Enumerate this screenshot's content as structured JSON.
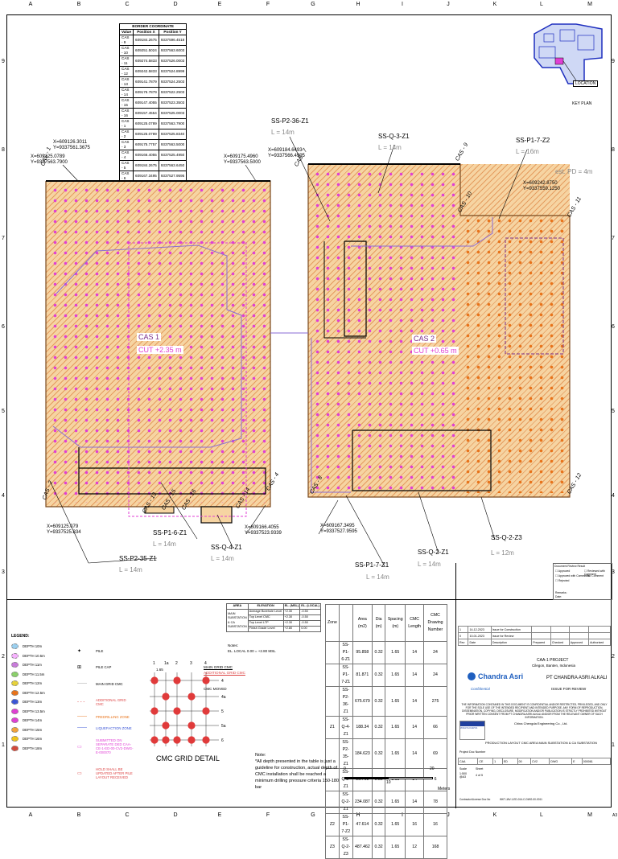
{
  "grid": {
    "cols": [
      "A",
      "B",
      "C",
      "D",
      "E",
      "F",
      "G",
      "H",
      "I",
      "J",
      "K",
      "L",
      "M"
    ],
    "rows_left": [
      "9",
      "8",
      "7",
      "6",
      "5",
      "4",
      "3",
      "2",
      "1"
    ],
    "rows_right": [
      "9",
      "8",
      "7",
      "6",
      "5",
      "4",
      "3",
      "2",
      "1"
    ],
    "sheet_size": "A3"
  },
  "border_coordinate": {
    "title": "BORDER COORDINATE",
    "headers": [
      "Value",
      "Position X",
      "Position Y"
    ],
    "rows": [
      [
        "CAS - 9",
        "609184.2675",
        "9337596.4518"
      ],
      [
        "CAS - 10",
        "609251.5024",
        "9337563.6003"
      ],
      [
        "CAS - 11",
        "609274.5833",
        "9337526.0003"
      ],
      [
        "CAS - 12",
        "609242.5833",
        "9337524.8999"
      ],
      [
        "CAS - 13",
        "609141.7879",
        "9337524.2503"
      ],
      [
        "CAS - 14",
        "609176.7879",
        "9337522.2503"
      ],
      [
        "CAS - 15",
        "609147.4055",
        "9337523.3503"
      ],
      [
        "CAS - 16",
        "609157.4554",
        "9337525.0003"
      ],
      [
        "CAS - 1",
        "609125.0789",
        "9337563.7900"
      ],
      [
        "CAS - 2",
        "609125.0789",
        "9337525.8340"
      ],
      [
        "CAS - 3",
        "609175.7757",
        "9337563.5000"
      ],
      [
        "CAS - 4",
        "609166.4055",
        "9337525.4950"
      ],
      [
        "CAS - 5",
        "609184.2675",
        "9337563.6450"
      ],
      [
        "CAS - 6",
        "609167.3495",
        "9337527.9595"
      ],
      [
        "CAS - 7",
        "609184.2000",
        "9337528.0000"
      ],
      [
        "CAS - 8",
        "609184.2000",
        "9337528.9000"
      ]
    ]
  },
  "key_plan": {
    "caption": "KEY PLAN",
    "location_label": "LOCATION"
  },
  "plan_labels": {
    "cas1": "CAS 1",
    "cas1_cut": "CUT +2.35 m",
    "cas2": "CAS 2",
    "cas2_cut": "CUT +0.65 m",
    "ssp2_36": "SS-P2-36-Z1",
    "ssp2_36_l": "L = 14m",
    "ssq3": "SS-Q-3-Z1",
    "ssq3_l": "L = 14m",
    "ssp17z2": "SS-P1-7-Z2",
    "ssp17z2_l": "L = 16m",
    "est_pd": "est. PD = 4m",
    "ssp16": "SS-P1-6-Z1",
    "ssp16_l": "L = 14m",
    "ssq4": "SS-Q-4-Z1",
    "ssq4_l": "L = 14m",
    "ssp235": "SS-P2-35-Z1",
    "ssp235_l": "L = 14m",
    "ssp17z1": "SS-P1-7-Z1",
    "ssp17z1_l": "L = 14m",
    "ssq2z1": "SS-Q-2-Z1",
    "ssq2z1_l": "L = 14m",
    "ssq2z3": "SS-Q-2-Z3",
    "ssq2z3_l": "L = 12m",
    "xy1_x": "X=609125.0789",
    "xy1_y": "Y=9337563.7900",
    "xy2_x": "X=609126.3011",
    "xy2_y": "Y=9337561.3675",
    "xy3_x": "X=609175.4960",
    "xy3_y": "Y=9337563.5000",
    "xy4_x": "X=609184.6493",
    "xy4_y": "Y=9337566.4995",
    "xy5_x": "X=609242.8750",
    "xy5_y": "Y=9337559.1250",
    "xy6_x": "X=609125.079",
    "xy6_y": "Y=9337525.834",
    "xy7_x": "X=609166.4055",
    "xy7_y": "Y=9337523.9339",
    "xy8_x": "X=609167.3495",
    "xy8_y": "Y=9337527.9595",
    "cas_tags": [
      "CAS - 1",
      "CAS - 2",
      "CAS - 3",
      "CAS - 4",
      "CAS - 5",
      "CAS - 6",
      "CAS - 7",
      "CAS - 8",
      "CAS - 9",
      "CAS - 10",
      "CAS - 11",
      "CAS - 12",
      "CAS - 13",
      "CAS - 14",
      "CAS - 15",
      "CAS - 16"
    ]
  },
  "legend": {
    "title": "LEGEND:",
    "depths": [
      {
        "label": "DEPTH 10m",
        "color": "#9bd0f0"
      },
      {
        "label": "DEPTH 10.5m",
        "color": "#f7b3ff"
      },
      {
        "label": "DEPTH 11m",
        "color": "#c97bdb"
      },
      {
        "label": "DEPTH 11.5m",
        "color": "#8ad16a"
      },
      {
        "label": "DEPTH 12m",
        "color": "#e6d23a"
      },
      {
        "label": "DEPTH 12.5m",
        "color": "#e8731a"
      },
      {
        "label": "DEPTH 13m",
        "color": "#3a55d6"
      },
      {
        "label": "DEPTH 13.5m",
        "color": "#e03fd4"
      },
      {
        "label": "DEPTH 14m",
        "color": "#e03fd4"
      },
      {
        "label": "DEPTH 15m",
        "color": "#f2a33a"
      },
      {
        "label": "DEPTH 16m",
        "color": "#f0c419"
      },
      {
        "label": "DEPTH 18m",
        "color": "#d44a3a"
      }
    ],
    "symbols": [
      {
        "label": "PILE"
      },
      {
        "label": "PILE CAP"
      },
      {
        "label": "MAIN GRID CMC"
      },
      {
        "label": "ADDITIONAL GRID CMC"
      },
      {
        "label": "PREDRILLING ZONE"
      },
      {
        "label": "LIQUEFACTION ZONE"
      },
      {
        "label": "SUBMITTED ON SEPARATE DED CAA-CE-1-ED-00-CV2-DWG-E-000070"
      },
      {
        "label": "HOLD SHALL BE UPDATED AFTER PILE LAYOUT RECEIVED"
      }
    ]
  },
  "elevation_table": {
    "headers": [
      "AREA",
      "ELEVATION",
      "EL. (MSL)",
      "EL. (LOCAL)"
    ],
    "area": "MAIN SUBSTATION & CA SUBSTATION",
    "rows": [
      [
        "Average Borehole Level",
        "+2.30",
        "-0.50"
      ],
      [
        "Top Level CMC",
        "+2.30",
        "-0.50"
      ],
      [
        "Top Level LTP",
        "+2.30",
        "-0.50"
      ],
      [
        "Finish Grade Level",
        "+2.80",
        "0.00"
      ]
    ],
    "notes_title": "Notes:",
    "notes": "EL. LOCAL 0.00 = +2.80 MSL"
  },
  "cmc_table": {
    "headers": [
      "Zone",
      "",
      "Area (m2)",
      "Dia (m)",
      "Spacing (m)",
      "CMC Length",
      "CMC Drawing Number"
    ],
    "rows": [
      [
        "",
        "SS-P1-6-Z1",
        "95.858",
        "0.32",
        "1.65",
        "14",
        "24"
      ],
      [
        "",
        "SS-P1-7-Z1",
        "81.871",
        "0.32",
        "1.65",
        "14",
        "24"
      ],
      [
        "",
        "SS-P2-36-Z1",
        "675.679",
        "0.32",
        "1.65",
        "14",
        "275"
      ],
      [
        "Z1",
        "SS-Q-4-Z1",
        "188.34",
        "0.32",
        "1.65",
        "14",
        "66"
      ],
      [
        "",
        "SS-P2-35-Z1",
        "184.623",
        "0.32",
        "1.65",
        "14",
        "69"
      ],
      [
        "",
        "SS-Q-3-Z1",
        "25.761",
        "0.32",
        "1.65",
        "14",
        "6"
      ],
      [
        "",
        "SS-Q-2-Z1",
        "234.087",
        "0.32",
        "1.65",
        "14",
        "78"
      ],
      [
        "Z2",
        "SS-P1-7-Z2",
        "47.614",
        "0.32",
        "1.65",
        "16",
        "16"
      ],
      [
        "Z3",
        "SS-Q-2-Z3",
        "487.462",
        "0.32",
        "1.65",
        "12",
        "168"
      ]
    ]
  },
  "grid_detail": {
    "title": "CMC GRID DETAIL",
    "dim1": "1.65",
    "col_labels": [
      "1",
      "1a",
      "2",
      "3",
      "4"
    ],
    "row_labels": [
      "4",
      "4a",
      "5",
      "5a",
      "6"
    ],
    "main_label": "MAIN GRID CMC",
    "add_label": "ADDITIONAL GRID CMC",
    "moved_label": "CMC MOVED"
  },
  "note": {
    "title": "Note:",
    "text": "*All depth presented in the table is just a guideline for construction, actual depth of CMC installation shall be reached a minimum drilling pressure criteria 150-180 bar"
  },
  "scale_bar": {
    "labels": [
      "0",
      "10",
      "20"
    ],
    "unit": "Meters"
  },
  "title_block": {
    "review_title": "Document Review Result",
    "review_options": [
      "Approved",
      "Reviewed with Comment",
      "Approved with Comments",
      "No Comment",
      "Rejected"
    ],
    "remarks": "Remarks:",
    "date": "Date:",
    "rev_headers": [
      "Rev",
      "Date",
      "Description",
      "Prepared",
      "Checked",
      "Approved",
      "Authorized"
    ],
    "revisions": [
      [
        "1",
        "14-12-2023",
        "Issue for Construction",
        "",
        "",
        "",
        ""
      ],
      [
        "0",
        "10-01-2023",
        "Issue for Review",
        "",
        "",
        "",
        ""
      ]
    ],
    "project": "CAA-1 PROJECT",
    "location": "Cilegon, Banten, Indonesia",
    "client_logo": "Chandra Asri",
    "client": "PT CHANDRA ASRI ALKALI",
    "confidential": "Confidential",
    "status": "ISSUE FOR REVIEW",
    "disclaimer": "THE INFORMATION CONTAINED IN THIS DOCUMENT IS CONFIDENTIAL AND/OR RESTRICTED, PRIVILEGED, AND ONLY FOR THE SOLE USE OF THE INTENDED RECIPIENT AND INTENDED PURPOSE. ANY FORM OF REPRODUCTION, DISSEMINATION, COPYING, DISCLOSURE, MODIFICATION AND/OR PUBLICATION IS STRICTLY PROHIBITED WITHOUT PRIOR WRITTEN CONSENT FROM PT CHANDRA ASRI ALKALI AND/OR FROM THE RELEVANT OWNER OF SUCH INFORMATION.",
    "contractor": "China Chengda Engineering Co., Ltd.",
    "subcontractor": "WIJAYA KARYA",
    "drawing_title": "PRODUCTION LAYOUT CMC AREA MAIN SUBSTATION & CA SUBSTATION",
    "doc_number_label": "Project Doc Number",
    "doc_number": [
      "CAA",
      "CE",
      "1",
      "ED",
      "00",
      "CV2",
      "DWG",
      "E",
      "000061"
    ],
    "scale_label": "Scale",
    "scale": "1:500 @A3",
    "sheet_label": "Sheet",
    "sheet": "4 of 5",
    "contractor_doc_label": "Contractor/License Doc No",
    "contractor_doc": "WKT-JAV-1-ED-014-C-DWG-00-0011"
  },
  "colors": {
    "fill": "#f6d4a2",
    "hatch": "#d66e28",
    "magenta_dot": "#e03fd4",
    "orange_dot": "#e8731a",
    "boundary": "#8b5a2b",
    "pink_dash": "#e03fd4",
    "purple_line": "#8a6bd6"
  }
}
